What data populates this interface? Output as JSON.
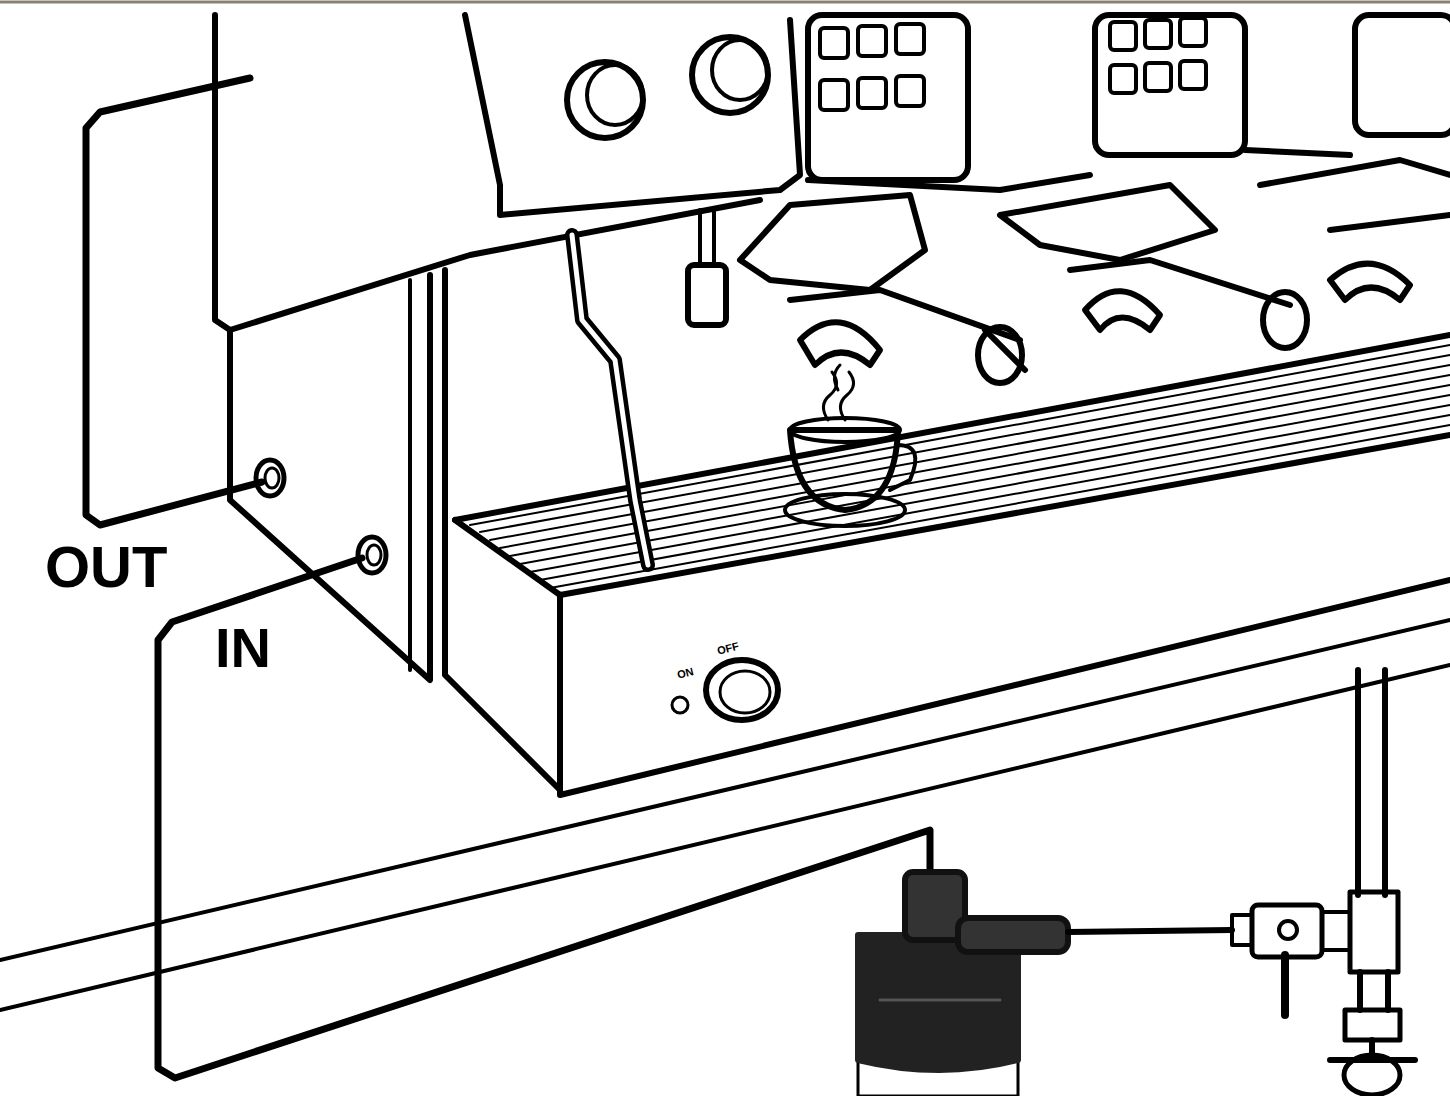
{
  "diagram": {
    "labels": [
      "OUT",
      "IN",
      "ON",
      "OFF"
    ]
  }
}
